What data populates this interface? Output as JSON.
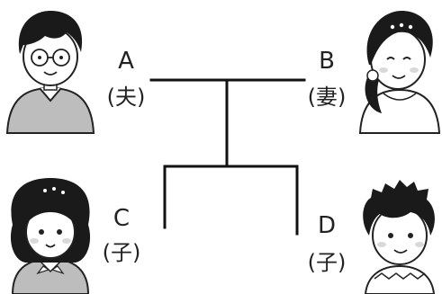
{
  "members": [
    {
      "letter": "A",
      "role": "(夫)",
      "icon": "man-with-glasses-icon"
    },
    {
      "letter": "B",
      "role": "(妻)",
      "icon": "woman-with-ponytail-icon"
    },
    {
      "letter": "C",
      "role": "(子)",
      "icon": "girl-with-bangs-icon"
    },
    {
      "letter": "D",
      "role": "(子)",
      "icon": "boy-with-spiky-hair-icon"
    }
  ],
  "colors": {
    "line": "#111111",
    "shirt": "#bdbdbd",
    "hair": "#1a1a1a",
    "cheek": "#d9d9d9"
  }
}
